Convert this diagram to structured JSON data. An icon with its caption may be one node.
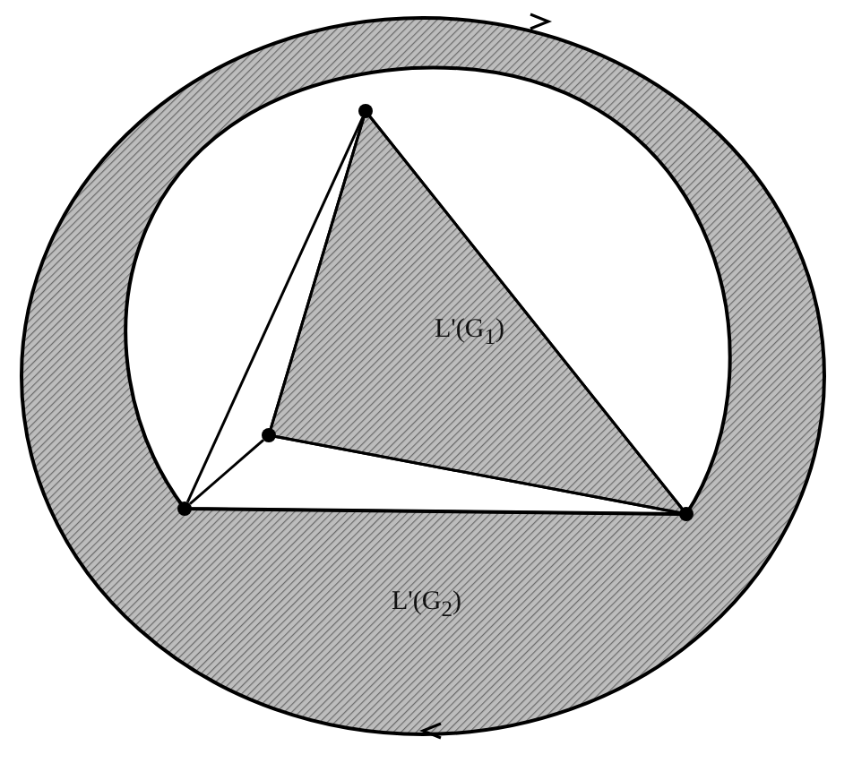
{
  "diagram": {
    "nodes": [
      {
        "text": [
          "L'(G$_{2}$)"
        ]
      },
      {
        "text": [
          "L'(G$_{1}$)"
        ]
      },
      {
        "text": [],
        "shape": "circle"
      },
      {
        "text": [],
        "shape": "circle"
      },
      {
        "text": [],
        "shape": "circle"
      },
      {
        "text": [],
        "shape": "circle"
      }
    ],
    "edges": [
      {
        "from": 2,
        "to": 3,
        "arrow": "none"
      },
      {
        "from": 2,
        "to": 5,
        "arrow": "none"
      },
      {
        "from": 3,
        "to": 5,
        "arrow": "none"
      },
      {
        "from": 2,
        "to": 4,
        "arrow": "none"
      },
      {
        "from": 4,
        "to": 3,
        "arrow": "none"
      },
      {
        "from": 4,
        "to": 5,
        "arrow": "none"
      }
    ]
  }
}
